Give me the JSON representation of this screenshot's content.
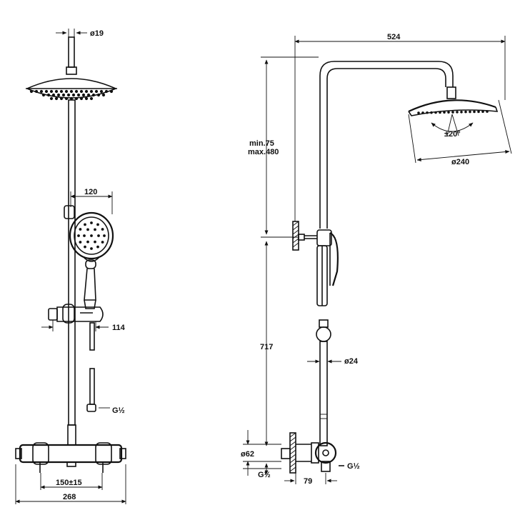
{
  "dimensions": {
    "head_pipe_diameter": "ø19",
    "handset_width": "120",
    "handset_depth": "114",
    "connection_left": "G½",
    "center_distance": "150±15",
    "mixer_width": "268",
    "arm_length": "524",
    "riser_adjust": "min.75\nmax.480",
    "tilt_angle": "±20°",
    "head_diameter": "ø240",
    "riser_height": "717",
    "riser_diameter": "ø24",
    "mixer_body_diameter": "ø62",
    "inlet_thread": "G½",
    "wall_offset": "79",
    "outlet_thread": "G½"
  },
  "colors": {
    "line": "#111111",
    "background": "#ffffff"
  }
}
